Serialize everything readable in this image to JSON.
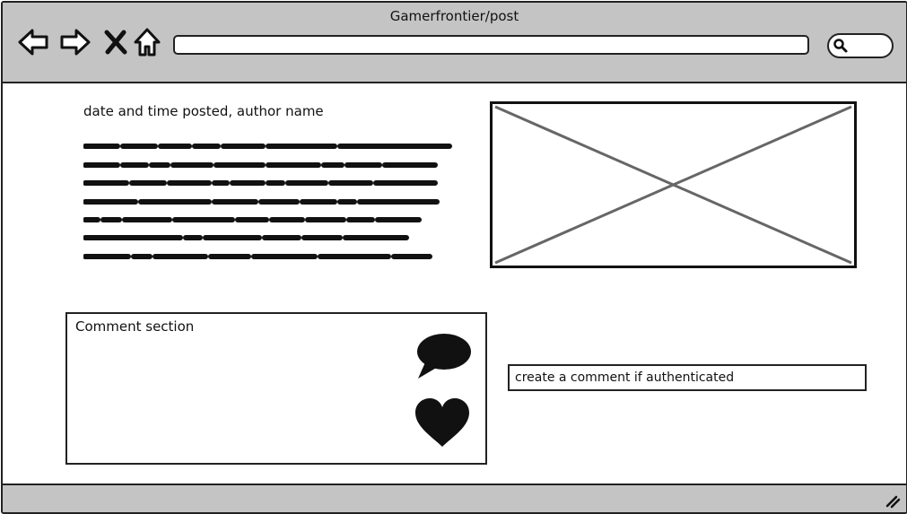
{
  "window": {
    "title": "Gamerfrontier/post",
    "address_value": "",
    "icons": [
      "back-arrow-icon",
      "forward-arrow-icon",
      "close-icon",
      "home-icon",
      "search-icon"
    ]
  },
  "post": {
    "meta": "date and time posted, author name",
    "image": "image-placeholder"
  },
  "comments": {
    "section_label": "Comment section",
    "input_value": "create a comment if authenticated",
    "icons": [
      "speech-bubble-icon",
      "heart-icon"
    ]
  },
  "colors": {
    "chrome": "#c4c4c4",
    "stroke": "#222222",
    "placeholder_x": "#666666"
  }
}
